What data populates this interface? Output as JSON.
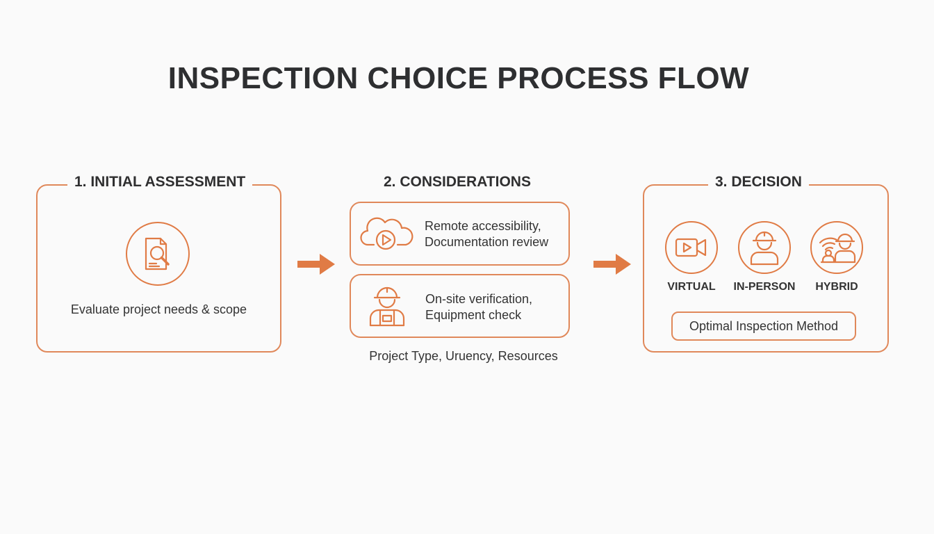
{
  "title": "INSPECTION CHOICE PROCESS FLOW",
  "accent_color": "#e07b45",
  "sections": [
    {
      "heading": "1. INITIAL ASSESSMENT",
      "icon": "document-search-icon",
      "description": "Evaluate project needs & scope"
    },
    {
      "heading": "2. CONSIDERATIONS",
      "cards": [
        {
          "icon": "cloud-video-icon",
          "line1": "Remote accessibility,",
          "line2": "Documentation review"
        },
        {
          "icon": "worker-icon",
          "line1": "On-site verification,",
          "line2": "Equipment check"
        }
      ],
      "footer": "Project Type, Uruency, Resources"
    },
    {
      "heading": "3. DECISION",
      "options": [
        {
          "icon": "video-camera-icon",
          "label": "VIRTUAL"
        },
        {
          "icon": "worker-icon",
          "label": "IN-PERSON"
        },
        {
          "icon": "hybrid-icon",
          "label": "HYBRID"
        }
      ],
      "result": "Optimal Inspection Method"
    }
  ]
}
